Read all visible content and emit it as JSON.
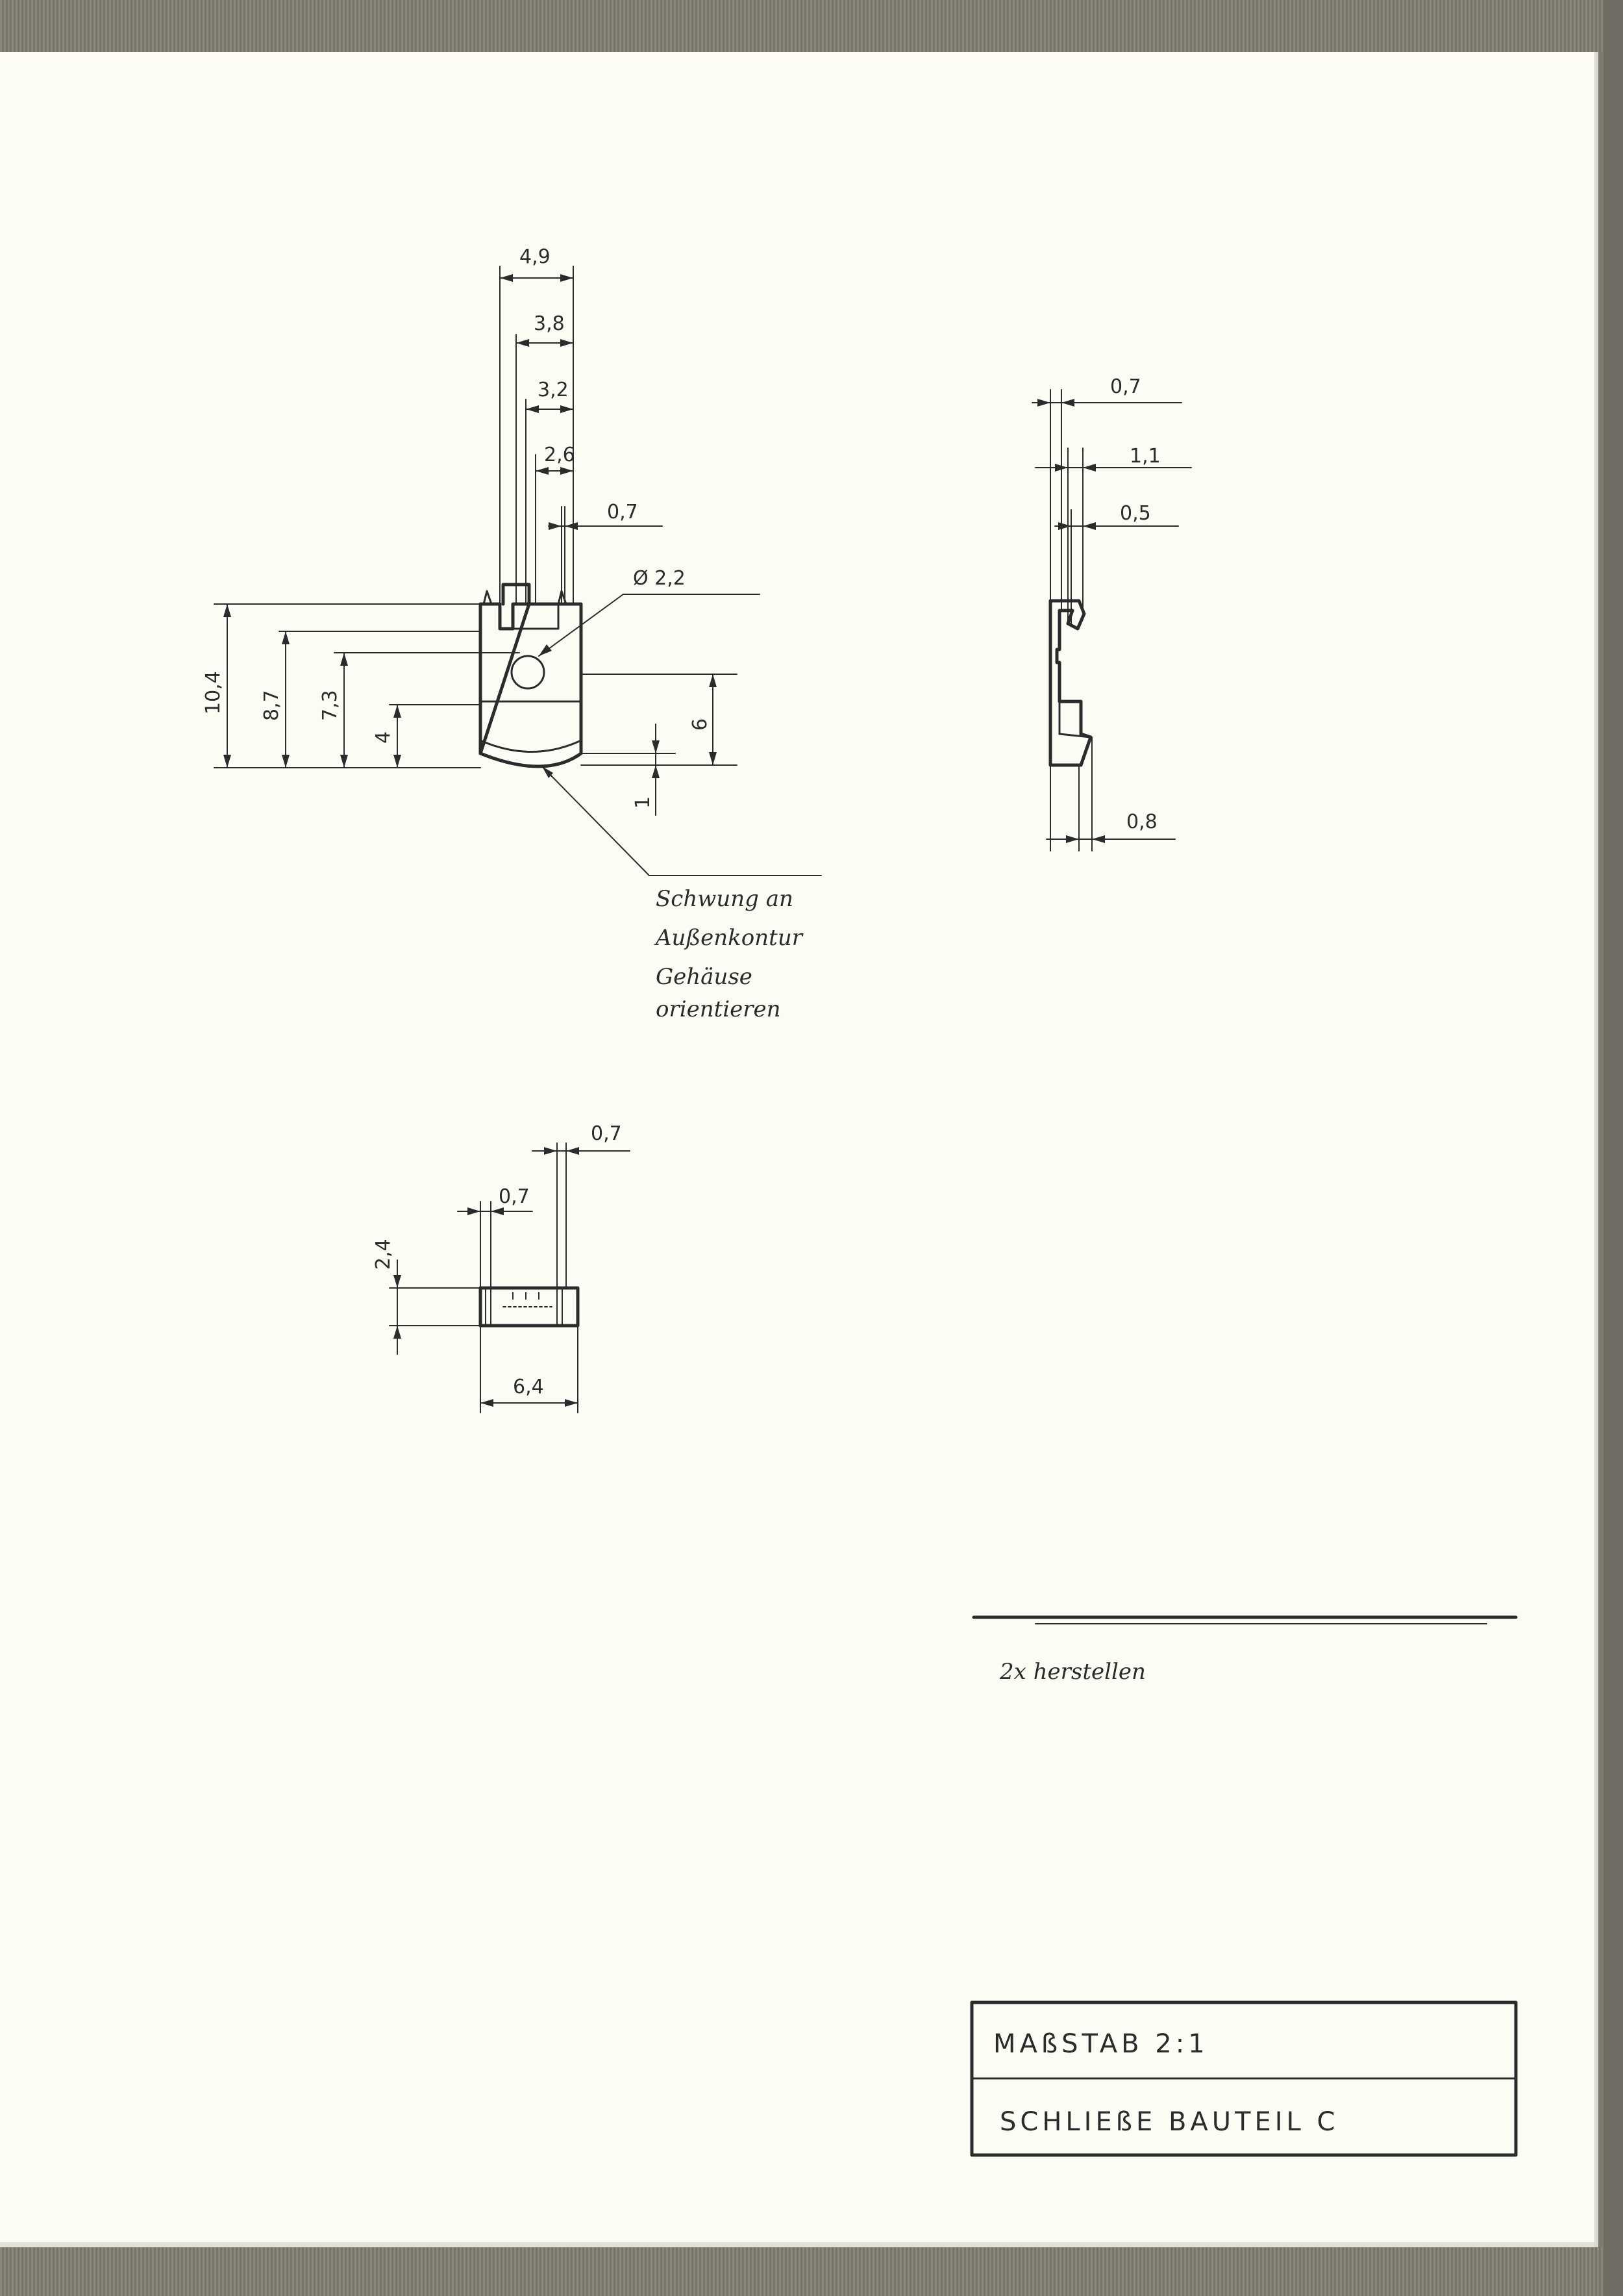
{
  "front_view": {
    "dims": {
      "w49": "4,9",
      "w38": "3,8",
      "w32": "3,2",
      "w26": "2,6",
      "w07": "0,7",
      "dia": "Ø 2,2",
      "h104": "10,4",
      "h87": "8,7",
      "h73": "7,3",
      "h4": "4",
      "h6": "6",
      "h1": "1"
    },
    "note_lines": [
      "Schwung an",
      "Außenkontur",
      "Gehäuse",
      "orientieren"
    ]
  },
  "side_view": {
    "dims": {
      "t07": "0,7",
      "t11": "1,1",
      "t05": "0,5",
      "t08": "0,8"
    }
  },
  "top_view": {
    "dims": {
      "r07": "0,7",
      "l07": "0,7",
      "h24": "2,4",
      "w64": "6,4"
    }
  },
  "production_note": "2x herstellen",
  "title_block": {
    "scale": "MAßSTAB 2:1",
    "part": "SCHLIEßE BAUTEIL C"
  }
}
